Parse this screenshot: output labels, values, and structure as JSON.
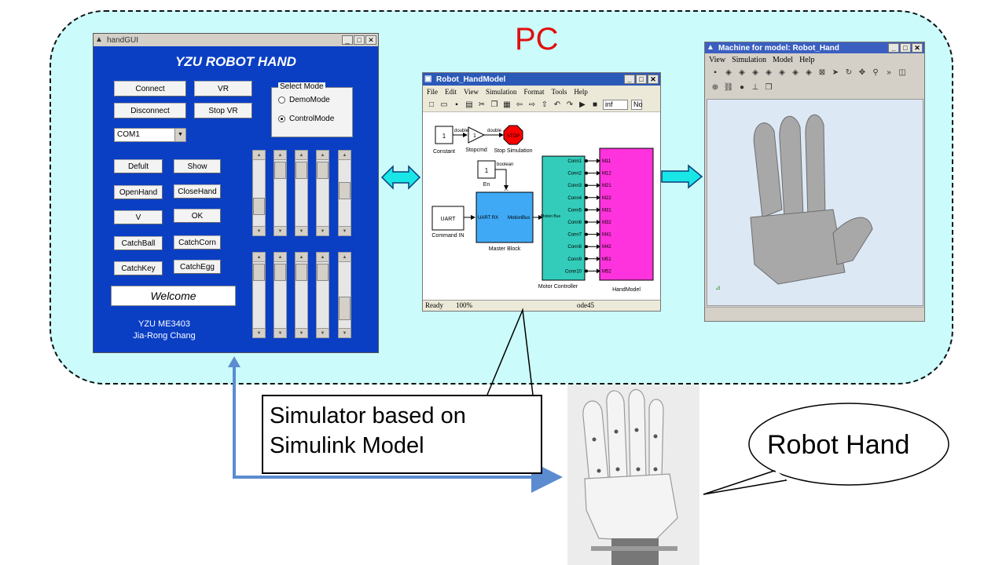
{
  "pc_label": "PC",
  "colors": {
    "pc_region": "#ccfbfb",
    "pc_label": "#e01010",
    "gui_background": "#0a3fc4",
    "flow_arrow": "#5b8ccf",
    "double_arrow": "#19e6e6",
    "motor_block": "#33ccbb",
    "hand_block": "#ff33dd",
    "uart_block": "#3fa9f5",
    "stop_block": "#ff0000"
  },
  "handgui": {
    "window_title": "handGUI",
    "title": "YZU ROBOT HAND",
    "buttons": {
      "connect": "Connect",
      "vr": "VR",
      "disconnect": "Disconnect",
      "stop_vr": "Stop VR",
      "defult": "Defult",
      "show": "Show",
      "openhand": "OpenHand",
      "closehand": "CloseHand",
      "v": "V",
      "ok": "OK",
      "catchball": "CatchBall",
      "catchcorn": "CatchCorn",
      "catchkey": "CatchKey",
      "catchegg": "CatchEgg"
    },
    "select_mode": {
      "legend": "Select Mode",
      "options": [
        "DemoMode",
        "ControlMode"
      ],
      "selected": "ControlMode"
    },
    "com_port": "COM1",
    "welcome": "Welcome",
    "credit_line1": "YZU ME3403",
    "credit_line2": "Jia-Rong Chang"
  },
  "simulink": {
    "window_title": "Robot_HandModel",
    "menu": [
      "File",
      "Edit",
      "View",
      "Simulation",
      "Format",
      "Tools",
      "Help"
    ],
    "stop_time": "inf",
    "mode_field": "No",
    "blocks": {
      "constant_value": "1",
      "constant_label": "Constant",
      "signal_double": "double",
      "stopcmd_value": "1",
      "stopcmd_label": "Stopcmd",
      "stop_text": "STOP",
      "stop_label": "Stop Simulation",
      "en_value": "1",
      "en_type": "boolean",
      "en_label": "En",
      "uart_block": "UART",
      "command_label": "Command IN",
      "uart_rx": "UART RX",
      "motion_bus_out": "MotionBus",
      "master_label": "Master Block",
      "motion_bus_in": "Motion Bus",
      "motor_label": "Motor Controller",
      "hand_label": "HandModel"
    },
    "motor_ports": [
      "Conn1",
      "Conn2",
      "Conn3",
      "Conn4",
      "Conn5",
      "Conn6",
      "Conn7",
      "Conn8",
      "Conn9",
      "Conn10"
    ],
    "hand_ports": [
      "M11",
      "M12",
      "M21",
      "M22",
      "M31",
      "M32",
      "M41",
      "M42",
      "M51",
      "M52"
    ],
    "status": {
      "ready": "Ready",
      "zoom": "100%",
      "solver": "ode45"
    }
  },
  "machine": {
    "window_title": "Machine for model: Robot_Hand",
    "menu": [
      "View",
      "Simulation",
      "Model",
      "Help"
    ]
  },
  "callout_line1": "Simulator based on",
  "callout_line2": "Simulink Model",
  "robot_hand_label": "Robot Hand"
}
